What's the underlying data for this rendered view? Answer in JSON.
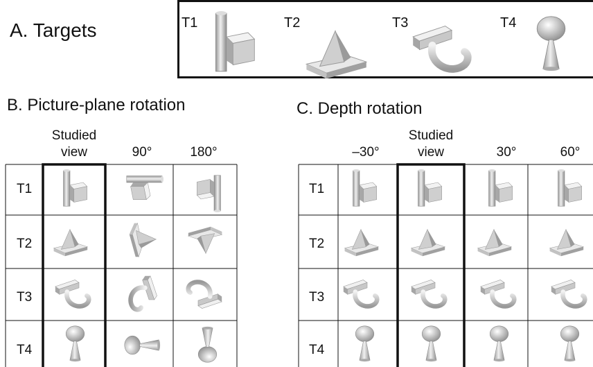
{
  "section_a": {
    "title": "A. Targets",
    "targets": [
      "T1",
      "T2",
      "T3",
      "T4"
    ]
  },
  "section_b": {
    "title": "B. Picture-plane rotation",
    "columns": [
      "Studied\nview",
      "90°",
      "180°"
    ],
    "rows": [
      "T1",
      "T2",
      "T3",
      "T4"
    ]
  },
  "section_c": {
    "title": "C. Depth rotation",
    "columns": [
      "–30°",
      "Studied\nview",
      "30°",
      "60°"
    ],
    "rows": [
      "T1",
      "T2",
      "T3",
      "T4"
    ]
  },
  "colors": {
    "shape_light": "#e6e6e6",
    "shape_mid": "#b8b8b8",
    "shape_dark": "#8a8a8a",
    "line": "#111111"
  }
}
